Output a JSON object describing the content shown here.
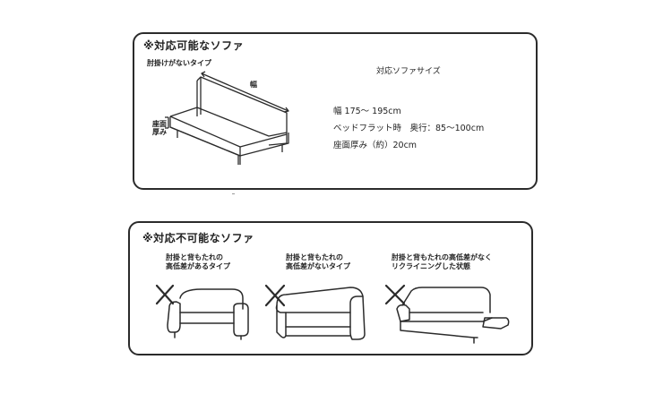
{
  "compatible": {
    "title": "※対応可能なソファ",
    "armless_label": "肘掛けがないタイプ",
    "width_label": "幅",
    "seat_label_line1": "座面",
    "seat_label_line2": "厚み",
    "specs_title": "対応ソファサイズ",
    "spec_width": "幅 175～ 195cm",
    "spec_bed": "ベッドフラット時　奥行：85～100cm",
    "spec_seat": "座面厚み（約）20cm"
  },
  "incompatible": {
    "title": "※対応不可能なソファ",
    "items": [
      {
        "line1": "肘掛と背もたれの",
        "line2": "高低差があるタイプ",
        "mark_icon": "cross-icon"
      },
      {
        "line1": "肘掛と背もたれの",
        "line2": "高低差がないタイプ",
        "mark_icon": "cross-icon"
      },
      {
        "line1": "肘掛と背もたれの高低差がなく",
        "line2": "リクライニングした状態",
        "mark_icon": "cross-icon"
      }
    ]
  },
  "colors": {
    "line": "#2b2b2b",
    "background": "#ffffff"
  }
}
